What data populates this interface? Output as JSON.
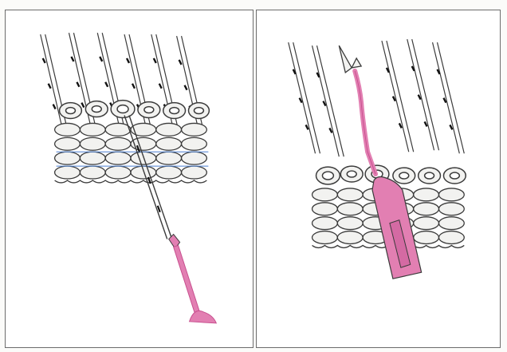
{
  "figure": {
    "panels": [
      {
        "id": "left",
        "content": "needle-inserted-through-loops-with-pink-tool"
      },
      {
        "id": "right",
        "content": "latch-tool-pulling-strand-through-center-loop"
      }
    ],
    "colors": {
      "background": "#ffffff",
      "outline": "#3a3a3a",
      "knit_fill": "#f2f2f0",
      "tool_pink": "#e27fb2",
      "tool_pink_dark": "#c8508f",
      "border": "#6c6c6c"
    },
    "icons": [
      "knitting-needle-icon",
      "latch-hook-icon",
      "crochet-tool-icon"
    ]
  }
}
